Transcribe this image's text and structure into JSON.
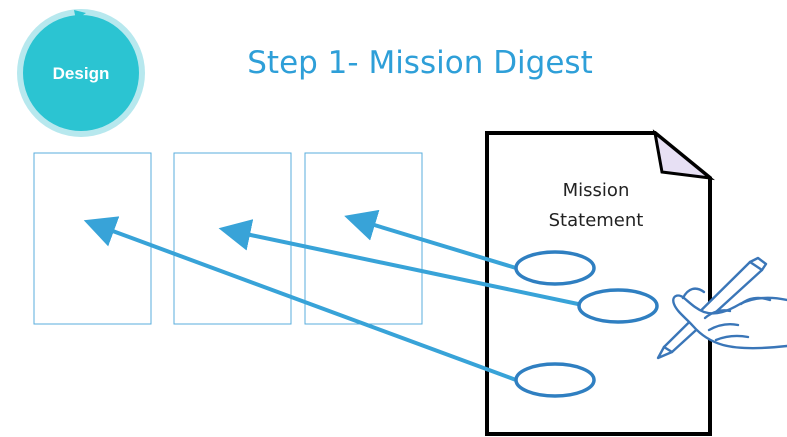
{
  "badge": {
    "label": "Design",
    "fill_color": "#2bc4d2",
    "ring_color": "#b7e8ee"
  },
  "title": {
    "text": "Step 1- Mission Digest",
    "color": "#2e9fd8"
  },
  "document": {
    "line1": "Mission",
    "line2": "Statement"
  },
  "colors": {
    "box_stroke": "#5aaedc",
    "arrow": "#38a3d8",
    "ellipse_stroke": "#2f7fc1",
    "doc_stroke": "#000000",
    "fold_fill": "#e7e0f4",
    "hand_stroke": "#3a76b8"
  },
  "icons": {
    "hand": "hand-writing-icon"
  }
}
